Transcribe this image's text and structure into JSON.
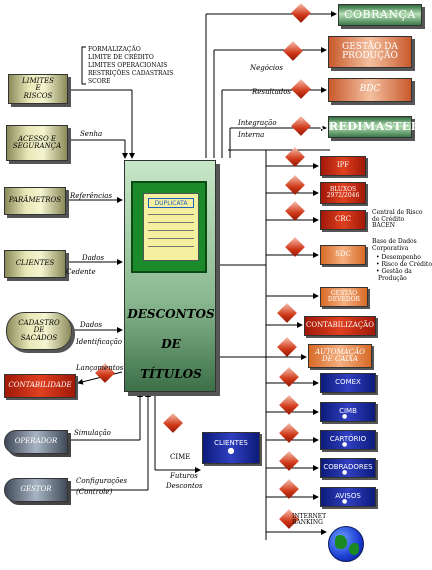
{
  "center": {
    "title_1": "DESCONTOS",
    "title_2": "DE",
    "title_3": "TÍTULOS",
    "doc_label": "DUPLICATA"
  },
  "left_boxes": {
    "limites": "LIMITES E RISCOS",
    "acesso": "ACESSO E SEGURANÇA",
    "parametros": "PARÂMETROS",
    "clientes": "CLIENTES",
    "cadastro": "CADASTRO DE SACADOS",
    "contabilidade": "CONTABILIDADE",
    "operador": "OPERADOR",
    "gestor": "GESTOR"
  },
  "right_top": {
    "cobranca": "COBRANÇA",
    "gestao": "GESTÃO DA PRODUÇÃO",
    "bdc": "BDC",
    "credimaster": "CREDIMASTER"
  },
  "right_list": {
    "ipf": "IPF",
    "bluxos": "BLUXOS 2972/2046",
    "crc": "CRC",
    "sdc": "SDC",
    "gestao_devedor": "GESTÃO DEVEDOR",
    "contabilizacao": "CONTABILIZAÇÃO",
    "automacao": "AUTOMAÇÃO DE CAIXA",
    "comex": "COMEX",
    "cimb": "CIMB",
    "cartorio": "CARTÓRIO",
    "cobradores": "COBRADORES",
    "avisos": "AVISOS",
    "internet": "INTERNET BANKING"
  },
  "bottom_clientes": "CLIENTES",
  "labels": {
    "formalizacao": "FORMALIZAÇÃO",
    "limite_credito": "LIMITE DE CRÉDITO",
    "limites_operacionais": "LIMITES OPERACIONAIS",
    "restricoes": "RESTRIÇÕES CADASTRAIS",
    "score": "SCORE",
    "senha": "Senha",
    "referencias": "Referências",
    "dados": "Dados",
    "cedente": "Cedente",
    "dados_id_1": "Dados",
    "dados_id_2": "Identificação",
    "lancamentos": "Lançamentos",
    "simulacao": "Simulação",
    "config_1": "Configurações",
    "config_2": "(Controle)",
    "negocios": "Negócios",
    "resultados": "Resultados",
    "integracao": "Integração",
    "interna": "Interna",
    "cime": "CIME",
    "futuros_1": "Futuros",
    "futuros_2": "Descontos",
    "crc_note": "Central de Risco de Crédito BACEN",
    "sdc_note_1": "Base de Dados",
    "sdc_note_2": "Corporativa",
    "sdc_note_3": "• Desempenho",
    "sdc_note_4": "• Risco de Crédito",
    "sdc_note_5": "• Gestão da",
    "sdc_note_6": "Produção"
  }
}
